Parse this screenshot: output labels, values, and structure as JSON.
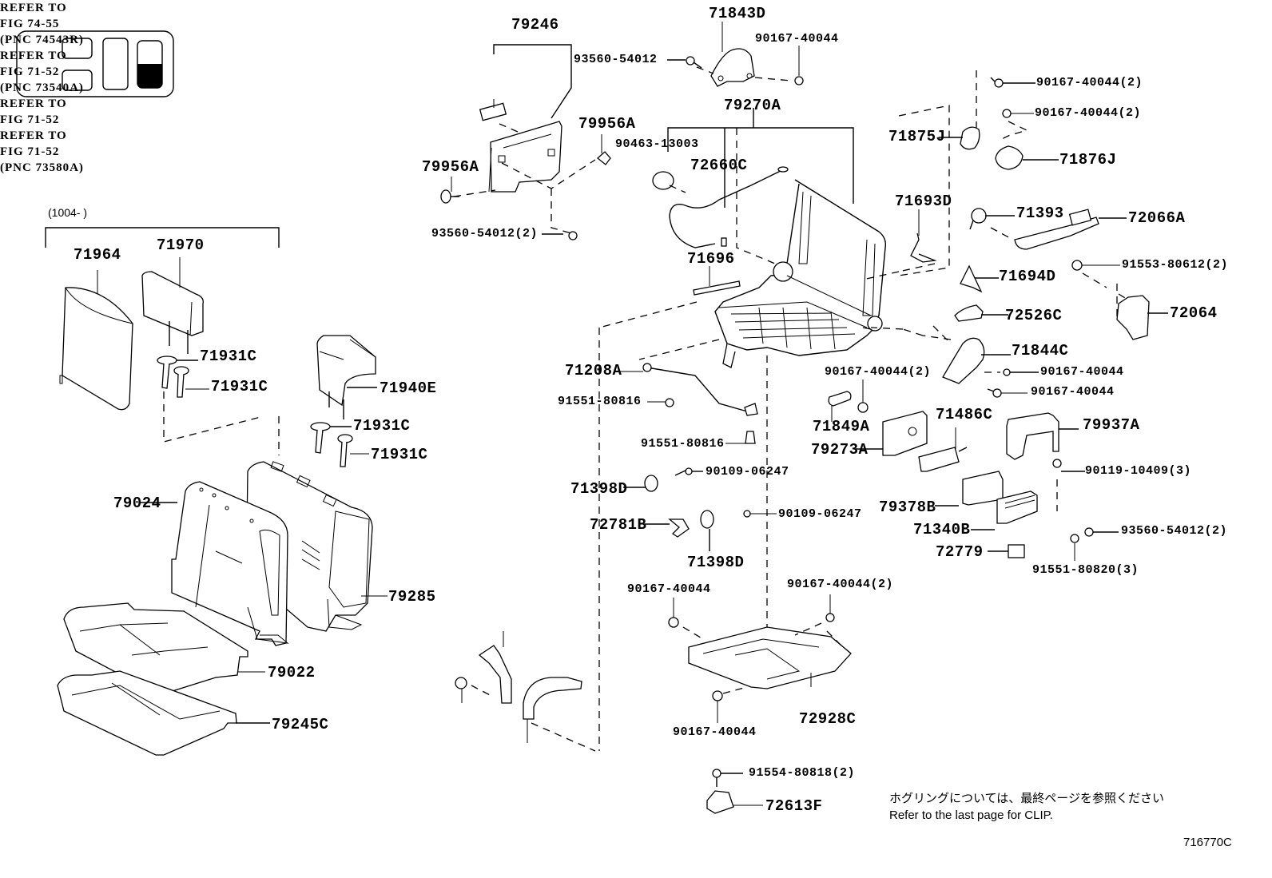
{
  "diagram": {
    "figure_code": "716770C",
    "date_range": "(1004-    )",
    "clip_note_ja": "ホグリングについては、最終ページを参照ください",
    "clip_note_en": "Refer to the last page for CLIP.",
    "labels": {
      "p79246": "79246",
      "p71843D": "71843D",
      "p90167_40044_top": "90167-40044",
      "p93560_54012_top": "93560-54012",
      "p79270A": "79270A",
      "p79956A_right": "79956A",
      "p79956A_left": "79956A",
      "p90463_13003": "90463-13003",
      "p72660C": "72660C",
      "p93560_54012_2": "93560-54012(2)",
      "p71696": "71696",
      "p90167_40044_2a": "90167-40044(2)",
      "p90167_40044_2b": "90167-40044(2)",
      "p71875J": "71875J",
      "p71876J": "71876J",
      "p71693D": "71693D",
      "p71393": "71393",
      "p72066A": "72066A",
      "p91553_80612_2": "91553-80612(2)",
      "p71694D": "71694D",
      "p72064": "72064",
      "p72526C": "72526C",
      "p71844C": "71844C",
      "p90167_40044_2c": "90167-40044(2)",
      "p90167_40044_r1": "90167-40044",
      "p90167_40044_r2": "90167-40044",
      "p71208A": "71208A",
      "p91551_80816_a": "91551-80816",
      "p91551_80816_b": "91551-80816",
      "p71849A": "71849A",
      "p71486C": "71486C",
      "p79937A": "79937A",
      "p79273A": "79273A",
      "p90119_10409_3": "90119-10409(3)",
      "p71398D_a": "71398D",
      "p90109_06247_a": "90109-06247",
      "p79378B": "79378B",
      "p71340B": "71340B",
      "p72781B": "72781B",
      "p90109_06247_b": "90109-06247",
      "p93560_54012_2b": "93560-54012(2)",
      "p71398D_b": "71398D",
      "p72779": "72779",
      "p91551_80820_3": "91551-80820(3)",
      "p90167_40044_bl": "90167-40044",
      "p90167_40044_2d": "90167-40044(2)",
      "p72928C": "72928C",
      "p90167_40044_bb": "90167-40044",
      "p91554_80818_2": "91554-80818(2)",
      "p72613F": "72613F",
      "p71964": "71964",
      "p71970": "71970",
      "p71931C_1": "71931C",
      "p71931C_2": "71931C",
      "p71940E": "71940E",
      "p71931C_3": "71931C",
      "p71931C_4": "71931C",
      "p79024": "79024",
      "p79285": "79285",
      "p79022": "79022",
      "p79245C": "79245C"
    },
    "refer_notes": {
      "fig74_55": "REFER TO\nFIG 74-55\n(PNC 74543R)",
      "fig71_52_a": "REFER TO\nFIG 71-52\n(PNC 73540A)",
      "fig71_52_b": "REFER TO\nFIG 71-52",
      "fig71_52_c": "REFER TO\nFIG 71-52\n(PNC 73580A)"
    },
    "seat_position_indicator": {
      "description": "seat location map: 3-row layout, third row highlighted",
      "highlighted_row": 3,
      "highlight_fill_fraction": 0.55
    }
  }
}
